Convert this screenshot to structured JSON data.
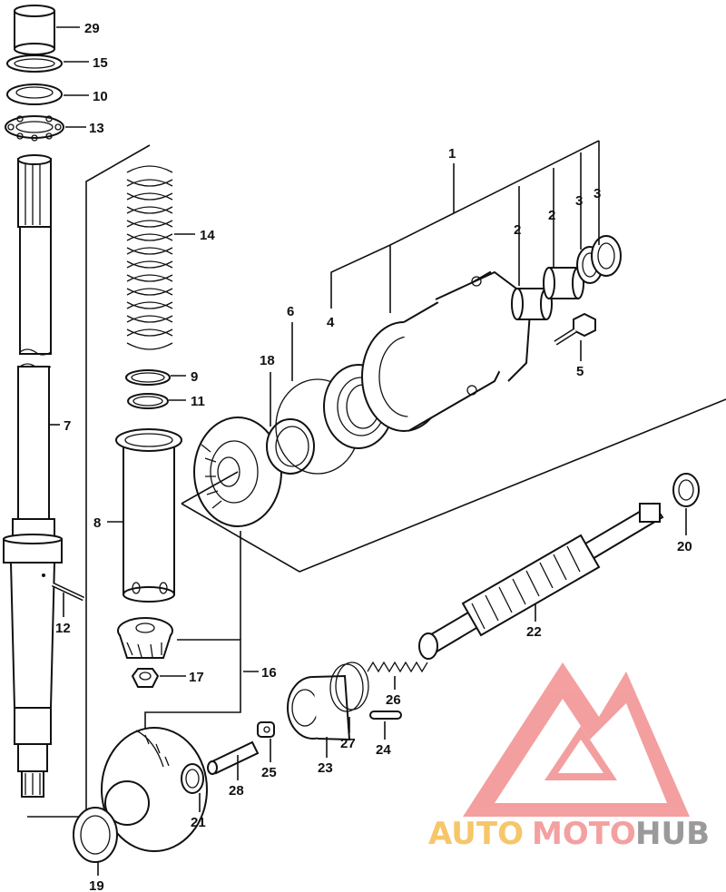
{
  "diagram": {
    "labels": {
      "p1": "1",
      "p2a": "2",
      "p2b": "2",
      "p3a": "3",
      "p3b": "3",
      "p4": "4",
      "p5": "5",
      "p6": "6",
      "p7": "7",
      "p8": "8",
      "p9": "9",
      "p10": "10",
      "p11": "11",
      "p12": "12",
      "p13": "13",
      "p14": "14",
      "p15": "15",
      "p16": "16",
      "p17": "17",
      "p18": "18",
      "p19": "19",
      "p20": "20",
      "p21": "21",
      "p22": "22",
      "p23": "23",
      "p24": "24",
      "p25": "25",
      "p26": "26",
      "p27": "27",
      "p28": "28",
      "p29": "29"
    }
  },
  "watermark": {
    "auto": "AUTO",
    "moto": "MOTO",
    "hub": "HUB",
    "colors": {
      "auto": "#f6c66a",
      "moto": "#f4a0a0",
      "hub": "#9a9a9a",
      "logo": "#f08080"
    }
  }
}
